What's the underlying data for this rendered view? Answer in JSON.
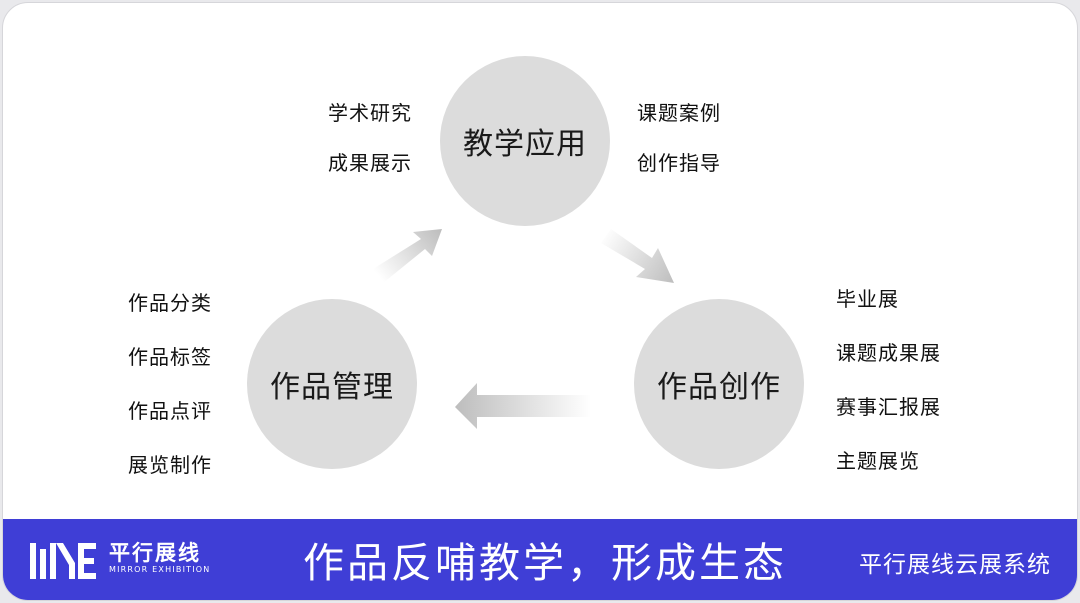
{
  "cycle": {
    "top": {
      "title": "教学应用",
      "left_items": [
        "学术研究",
        "成果展示"
      ],
      "right_items": [
        "课题案例",
        "创作指导"
      ]
    },
    "right": {
      "title": "作品创作",
      "items": [
        "毕业展",
        "课题成果展",
        "赛事汇报展",
        "主题展览"
      ]
    },
    "left": {
      "title": "作品管理",
      "items": [
        "作品分类",
        "作品标签",
        "作品点评",
        "展览制作"
      ]
    }
  },
  "banner": {
    "brand_name": "平行展线",
    "brand_subtitle": "MIRROR EXHIBITION",
    "slogan": "作品反哺教学，形成生态",
    "system_name": "平行展线云展系统",
    "color": "#3f3ed6"
  },
  "colors": {
    "circle_fill": "#dcdcdc",
    "arrow_fill": "#bdbdbd"
  }
}
